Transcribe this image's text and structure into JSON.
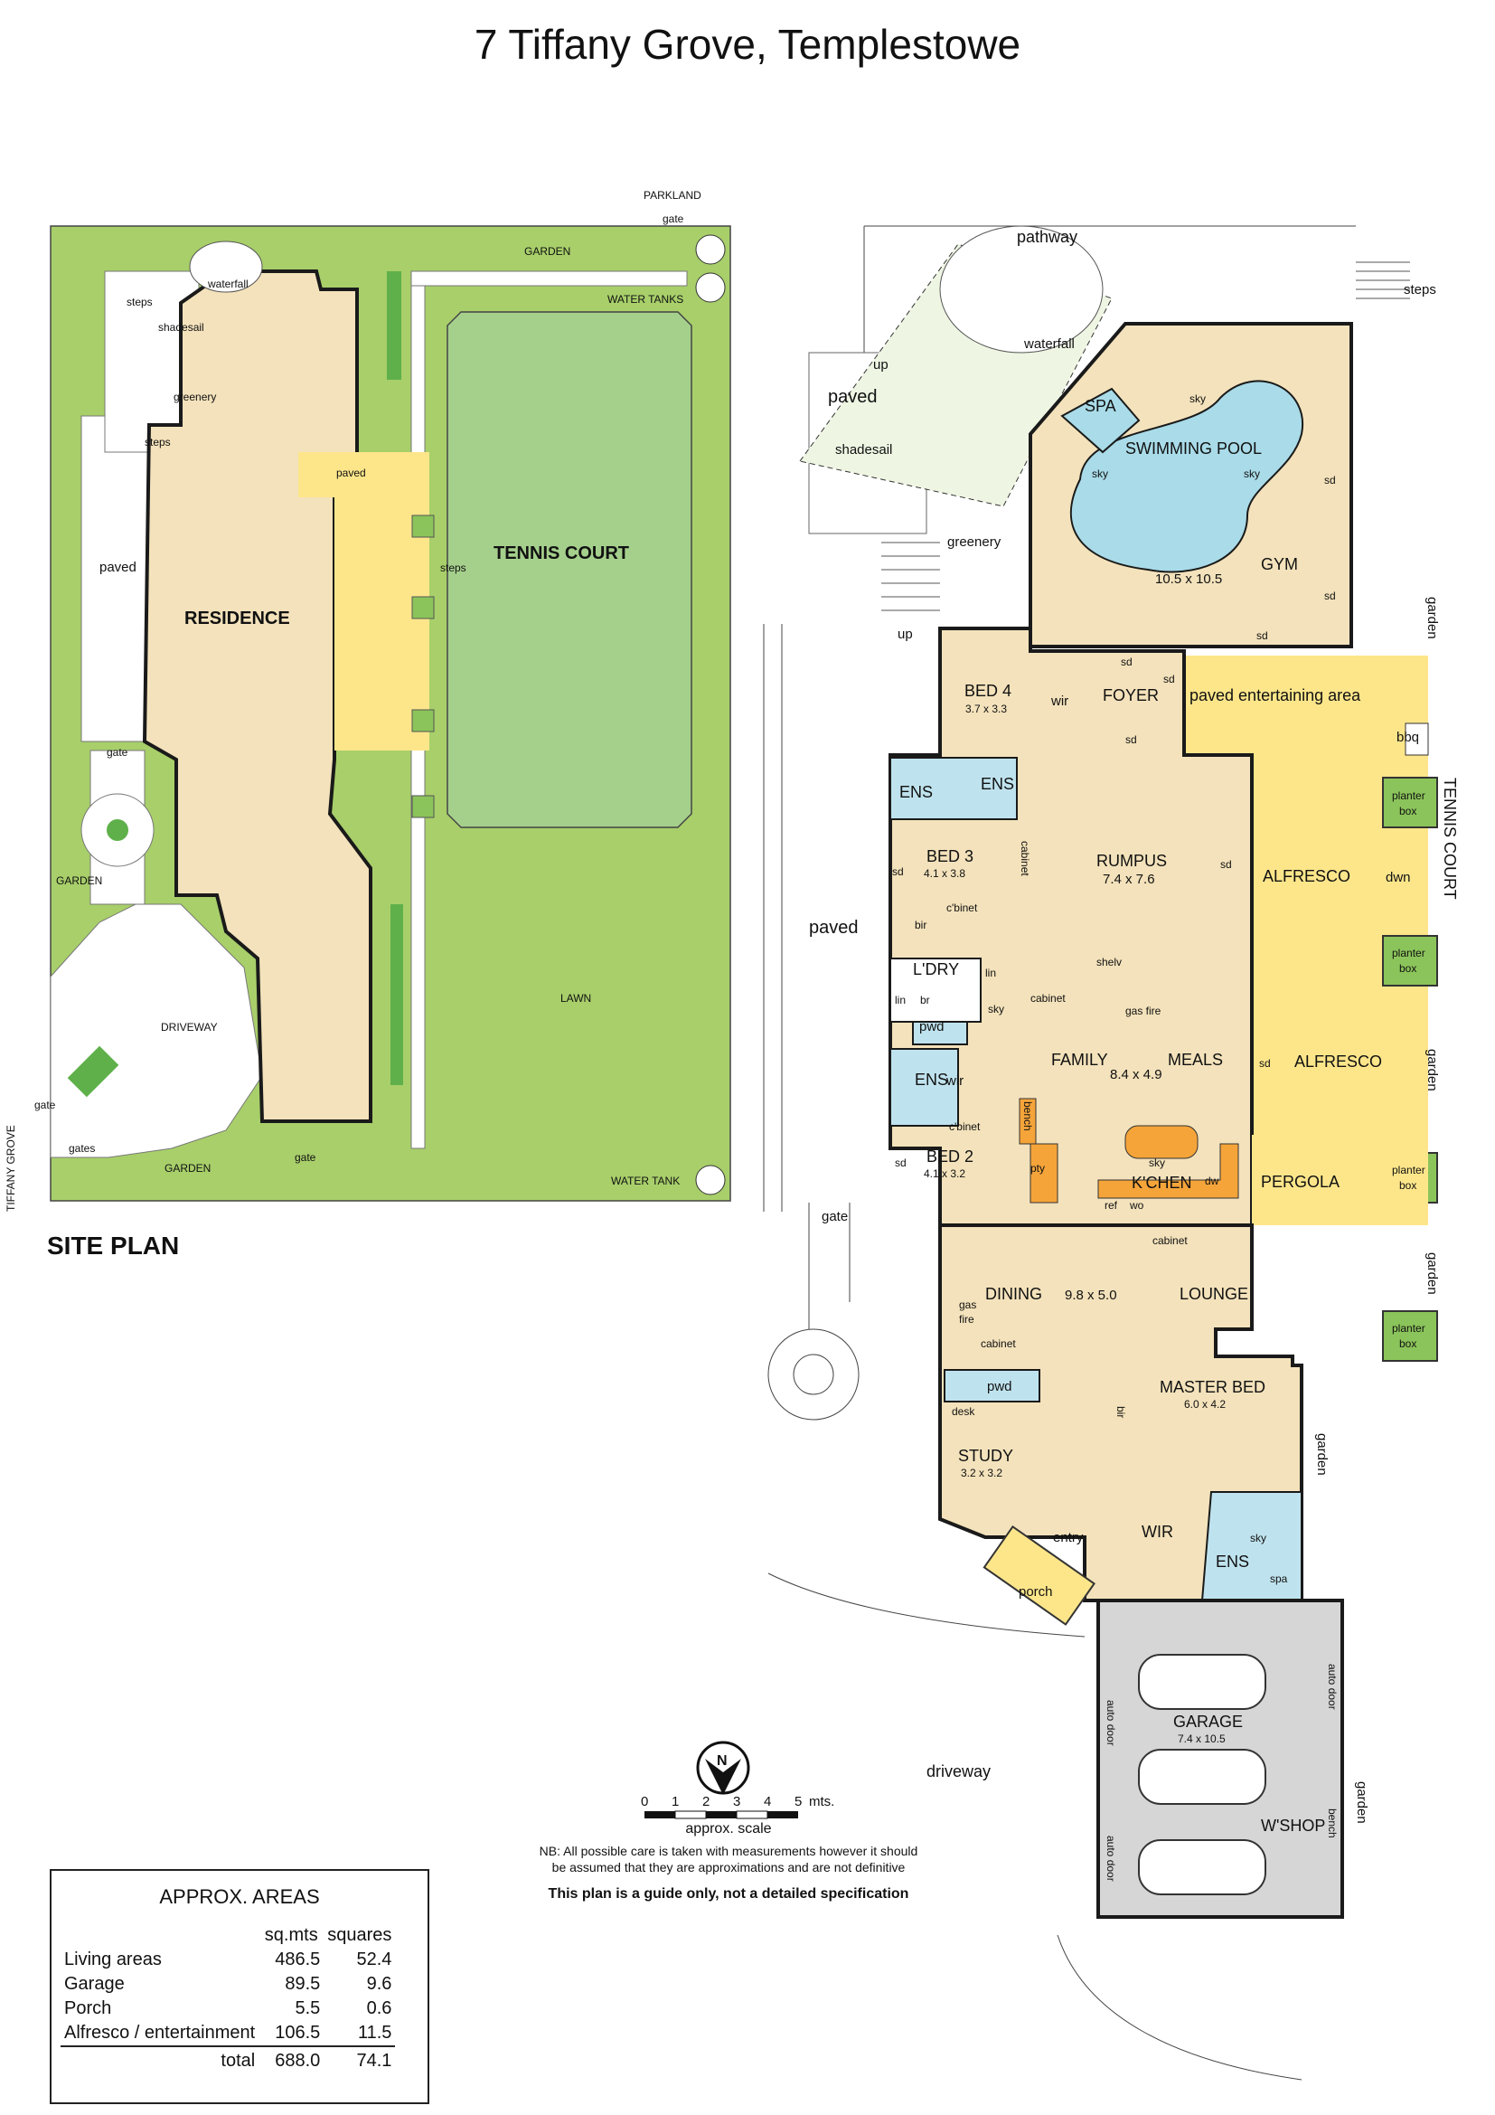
{
  "title": "7 Tiffany Grove, Templestowe",
  "site_plan": {
    "heading": "SITE PLAN",
    "labels": {
      "parkland": "PARKLAND",
      "gate": "gate",
      "garden": "GARDEN",
      "water_tanks": "WATER TANKS",
      "water_tank": "WATER TANK",
      "steps": "steps",
      "waterfall": "waterfall",
      "shadesail": "shadesail",
      "greenery": "greenery",
      "paved": "paved",
      "residence": "RESIDENCE",
      "tennis_court": "TENNIS COURT",
      "lawn": "LAWN",
      "driveway": "DRIVEWAY",
      "gates": "gates",
      "street": "TIFFANY GROVE"
    }
  },
  "floor_plan": {
    "outside": {
      "pathway": "pathway",
      "steps": "steps",
      "up": "up",
      "paved": "paved",
      "shadesail": "shadesail",
      "waterfall": "waterfall",
      "greenery": "greenery",
      "gate": "gate",
      "garden": "garden",
      "driveway": "driveway",
      "tennis_court": "TENNIS COURT",
      "dwn": "dwn",
      "planter_box": [
        "planter",
        "box"
      ]
    },
    "rooms": {
      "spa": "SPA",
      "swimming_pool": "SWIMMING POOL",
      "pool_dim": "10.5 x 10.5",
      "gym": "GYM",
      "sky": "sky",
      "sd": "sd",
      "bed4": "BED 4",
      "bed4_dim": "3.7 x 3.3",
      "wir": "wir",
      "foyer": "FOYER",
      "paved_entertaining": "paved entertaining area",
      "bbq": "bbq",
      "ens": "ENS",
      "bed3": "BED 3",
      "bed3_dim": "4.1 x 3.8",
      "cabinet": "cabinet",
      "rumpus": "RUMPUS",
      "rumpus_dim": "7.4 x 7.6",
      "alfresco": "ALFRESCO",
      "cbinet": "c'binet",
      "bir": "bir",
      "ldry": "L'DRY",
      "lin": "lin",
      "br": "br",
      "shelv": "shelv",
      "gas_fire": "gas fire",
      "pwd": "pwd",
      "family": "FAMILY",
      "meals": "MEALS",
      "family_dim": "8.4 x 4.9",
      "bench": "bench",
      "bed2": "BED 2",
      "bed2_dim": "4.1 x 3.2",
      "pty": "pty",
      "kitchen": "K'CHEN",
      "dw": "dw",
      "ref": "ref",
      "wo": "wo",
      "pergola": "PERGOLA",
      "dining": "DINING",
      "lounge": "LOUNGE",
      "dining_dim": "9.8 x 5.0",
      "gas": "gas",
      "fire": "fire",
      "desk": "desk",
      "study": "STUDY",
      "study_dim": "3.2 x 3.2",
      "master_bed": "MASTER BED",
      "master_dim": "6.0 x 4.2",
      "wir_upper": "WIR",
      "entry": "entry",
      "porch": "porch",
      "spa_lower": "spa",
      "garage": "GARAGE",
      "garage_dim": "7.4 x 10.5",
      "auto_door": "auto door",
      "wshop": "W'SHOP"
    }
  },
  "compass": {
    "letter": "N"
  },
  "scale": {
    "ticks": [
      "0",
      "1",
      "2",
      "3",
      "4",
      "5"
    ],
    "unit": "mts.",
    "caption": "approx. scale",
    "disclaimer": "NB:  All possible care is taken with measurements however it should be assumed that they are approximations and are not definitive",
    "guide_note": "This plan is a guide only, not a detailed specification"
  },
  "areas": {
    "title": "APPROX. AREAS",
    "col_sqm": "sq.mts",
    "col_squares": "squares",
    "rows": [
      {
        "label": "Living areas",
        "sqm": "486.5",
        "squares": "52.4"
      },
      {
        "label": "Garage",
        "sqm": "89.5",
        "squares": "9.6"
      },
      {
        "label": "Porch",
        "sqm": "5.5",
        "squares": "0.6"
      },
      {
        "label": "Alfresco / entertainment",
        "sqm": "106.5",
        "squares": "11.5"
      }
    ],
    "total_label": "total",
    "total_sqm": "688.0",
    "total_squares": "74.1"
  },
  "colors": {
    "grass": "#a8cf6a",
    "garden_green": "#5fb04a",
    "residence": "#f3e2bb",
    "paved_yellow": "#fde68a",
    "tennis_green": "#a5d08c",
    "pool_blue": "#a9dbe8",
    "wet_blue": "#bfe3ee",
    "garage_grey": "#d6d6d6",
    "bench_orange": "#f5a43a",
    "wall": "#1a1a1a"
  }
}
